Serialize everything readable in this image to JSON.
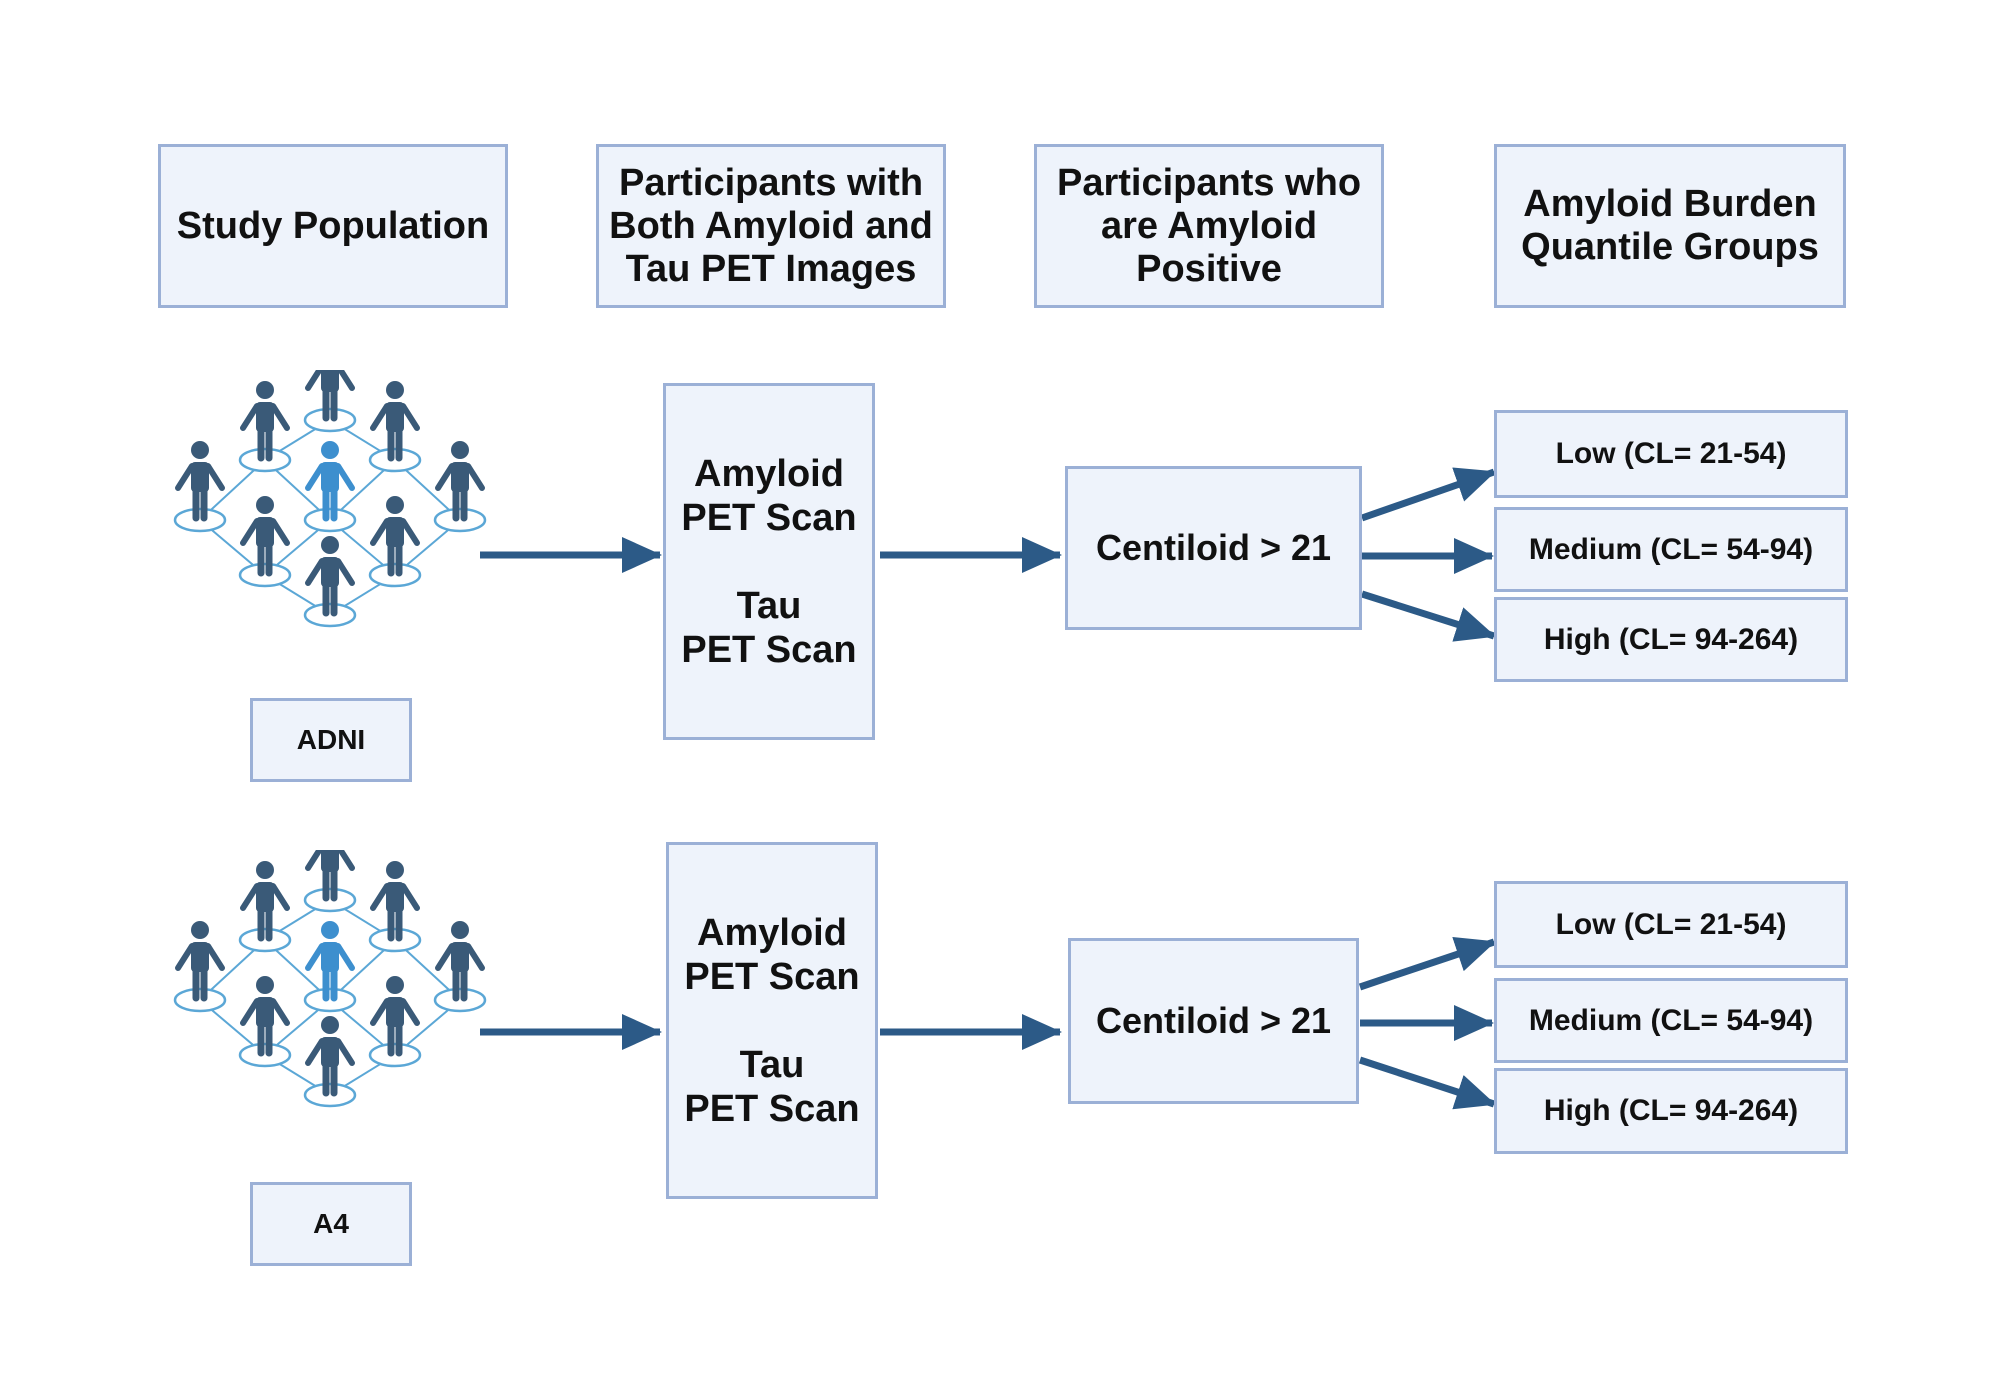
{
  "headers": {
    "study_population": "Study Population",
    "both_images": "Participants with\nBoth Amyloid and\nTau PET Images",
    "amyloid_positive": "Participants who\nare Amyloid\nPositive",
    "quantile_groups": "Amyloid Burden\nQuantile Groups"
  },
  "cohorts": [
    {
      "name": "ADNI",
      "scans": "Amyloid\nPET Scan\n\nTau\nPET Scan",
      "criterion": "Centiloid > 21",
      "groups": [
        "Low (CL= 21-54)",
        "Medium (CL= 54-94)",
        "High (CL= 94-264)"
      ]
    },
    {
      "name": "A4",
      "scans": "Amyloid\nPET Scan\n\nTau\nPET Scan",
      "criterion": "Centiloid > 21",
      "groups": [
        "Low (CL= 21-54)",
        "Medium (CL= 54-94)",
        "High (CL= 94-264)"
      ]
    }
  ],
  "icons": {
    "population": "people-network-icon",
    "arrow": "arrow-right-icon"
  },
  "colors": {
    "box_fill": "#eef3fb",
    "box_border": "#9bb0d6",
    "arrow": "#2c5a87",
    "person": "#3a5a78",
    "person_highlight": "#3d8fce",
    "network_line": "#5ba7d6"
  }
}
